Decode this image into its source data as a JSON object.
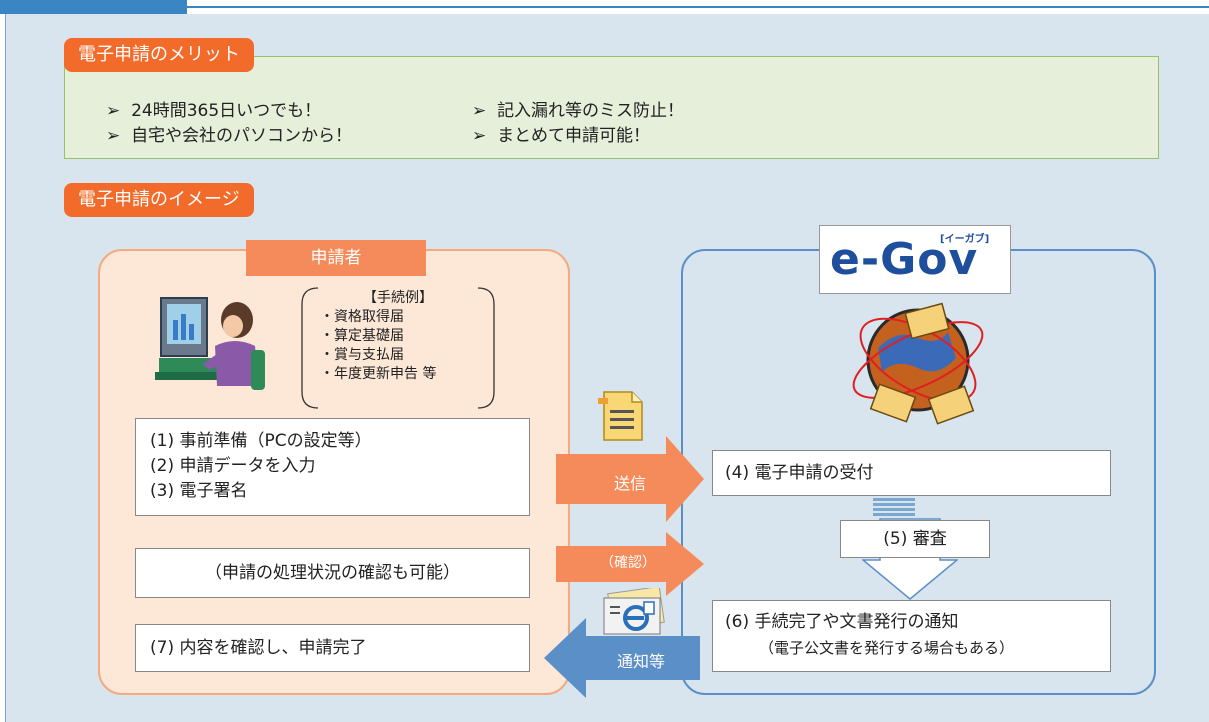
{
  "merits": {
    "heading": "電子申請のメリット",
    "items": [
      "24時間365日いつでも！",
      "自宅や会社のパソコンから！",
      "記入漏れ等のミス防止！",
      "まとめて申請可能！"
    ]
  },
  "image_section": {
    "heading": "電子申請のイメージ"
  },
  "applicant": {
    "label": "申請者",
    "procedures_title": "【手続例】",
    "procedures": [
      "・資格取得届",
      "・算定基礎届",
      "・賞与支払届",
      "・年度更新申告 等"
    ],
    "steps_block": [
      "(1) 事前準備（PCの設定等）",
      "(2) 申請データを入力",
      "(3) 電子署名"
    ],
    "status_check": "（申請の処理状況の確認も可能）",
    "step7": "(7) 内容を確認し、申請完了"
  },
  "egov": {
    "logo_text": "e-Gov",
    "logo_sub": "[イーガブ]",
    "step4": "(4) 電子申請の受付",
    "step5": "(5) 審査",
    "step6_line1": "(6) 手続完了や文書発行の通知",
    "step6_line2": "（電子公文書を発行する場合もある）"
  },
  "arrows": {
    "send": "送信",
    "confirm": "（確認）",
    "notify": "通知等"
  },
  "colors": {
    "accent_orange": "#f26b2a",
    "light_orange": "#f58b5a",
    "blue": "#5b8fc8",
    "green_border": "#93c26a"
  }
}
